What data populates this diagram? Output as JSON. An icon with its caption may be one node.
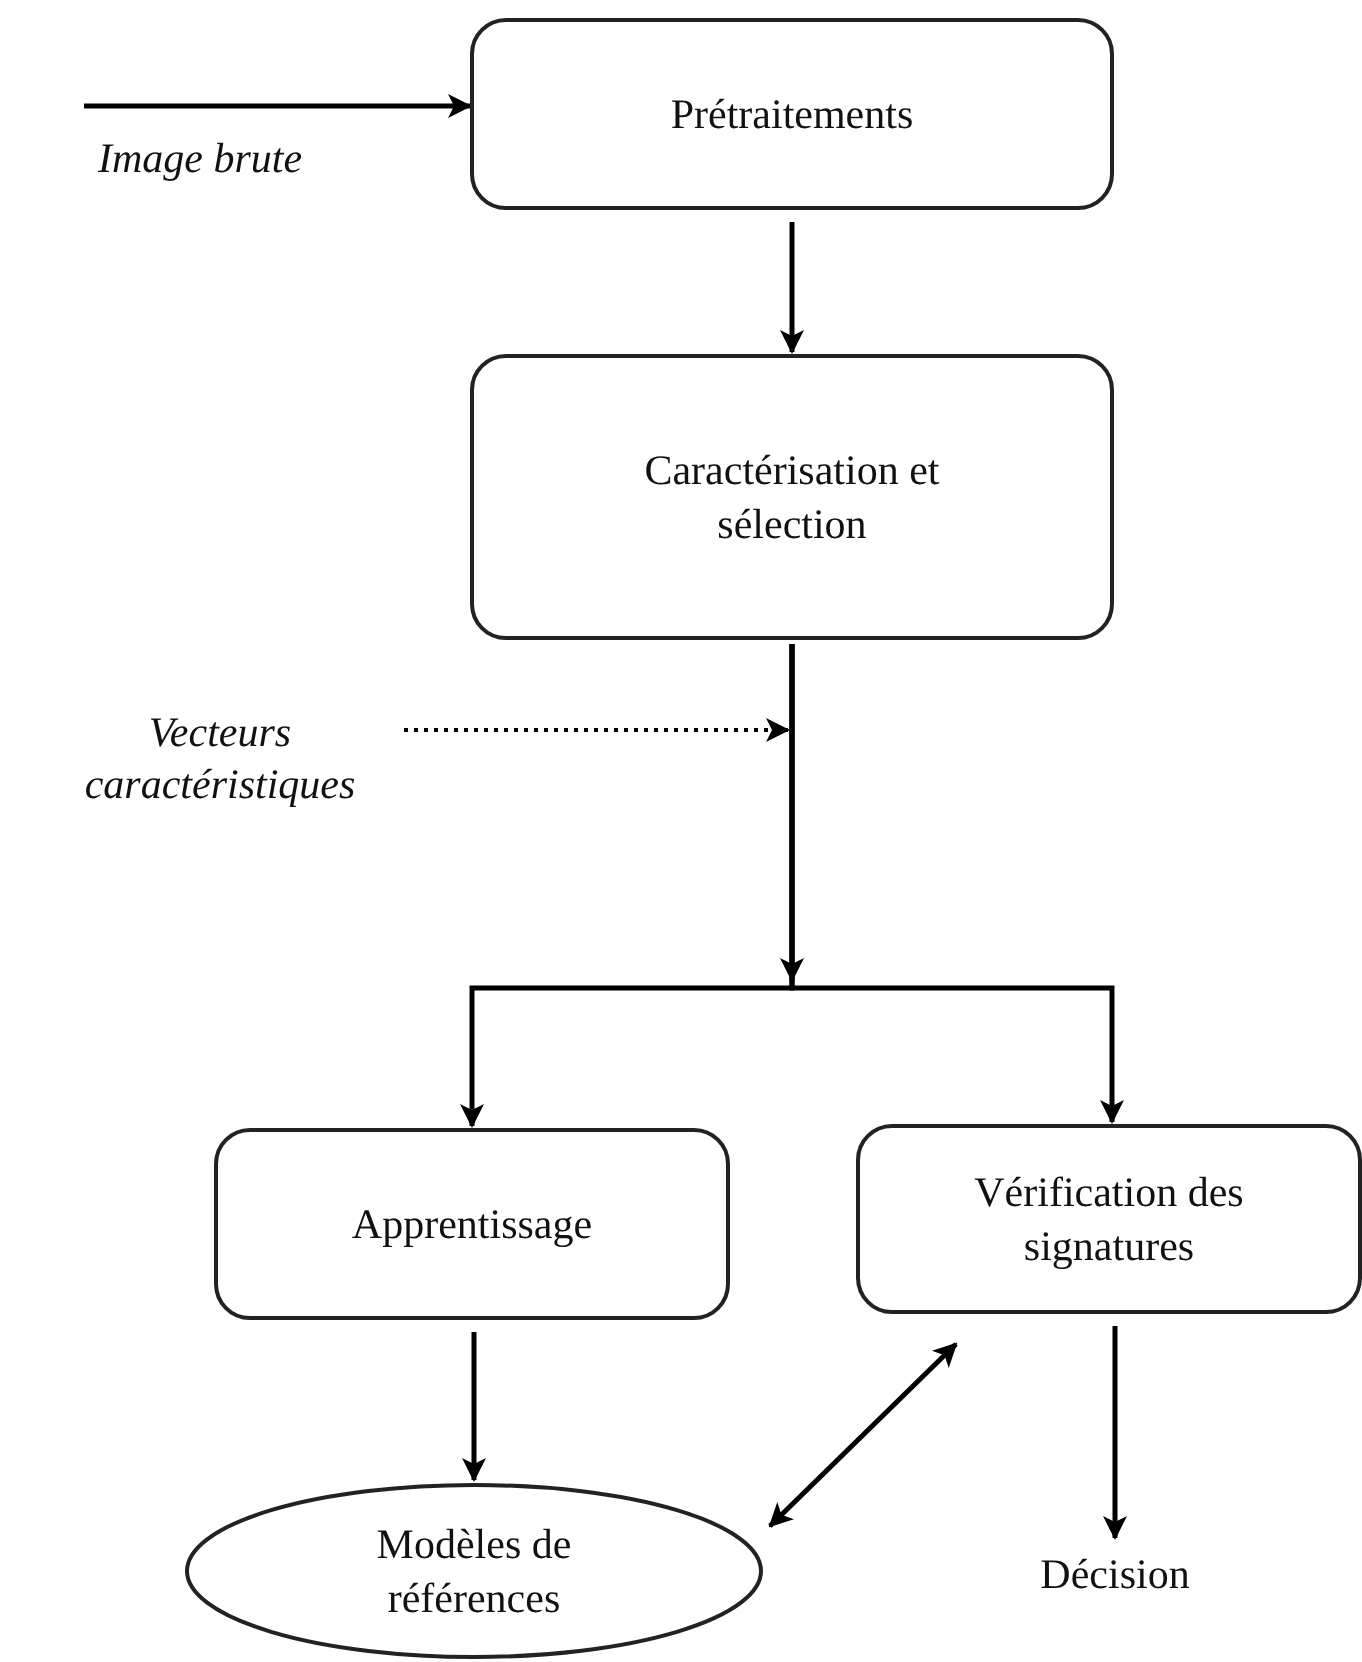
{
  "diagram": {
    "nodes": [
      {
        "text": [
          "Image brute"
        ]
      },
      {
        "text": [
          "Prétraitements"
        ]
      },
      {
        "text": [
          "Caractérisation et sélection"
        ]
      },
      {
        "text": [
          "Vecteurs caractéristiques"
        ]
      },
      {
        "text": [
          "Apprentissage"
        ]
      },
      {
        "text": [
          "Vérification des signatures"
        ]
      },
      {
        "text": [
          "Modèles de références"
        ]
      },
      {
        "text": [
          "Décision"
        ]
      }
    ],
    "edges": [
      {
        "from": 0,
        "to": 1,
        "arrow": "to"
      },
      {
        "from": 1,
        "to": 2,
        "arrow": "to"
      },
      {
        "from": 2,
        "to": 4,
        "arrow": "to"
      },
      {
        "from": 2,
        "to": 5,
        "arrow": "to"
      },
      {
        "from": 3,
        "to": null,
        "arrow": "to",
        "style": "dashed"
      },
      {
        "from": 4,
        "to": 6,
        "arrow": "to"
      },
      {
        "from": 6,
        "to": 5,
        "arrow": "both"
      },
      {
        "from": 5,
        "to": 7,
        "arrow": "to"
      }
    ]
  }
}
